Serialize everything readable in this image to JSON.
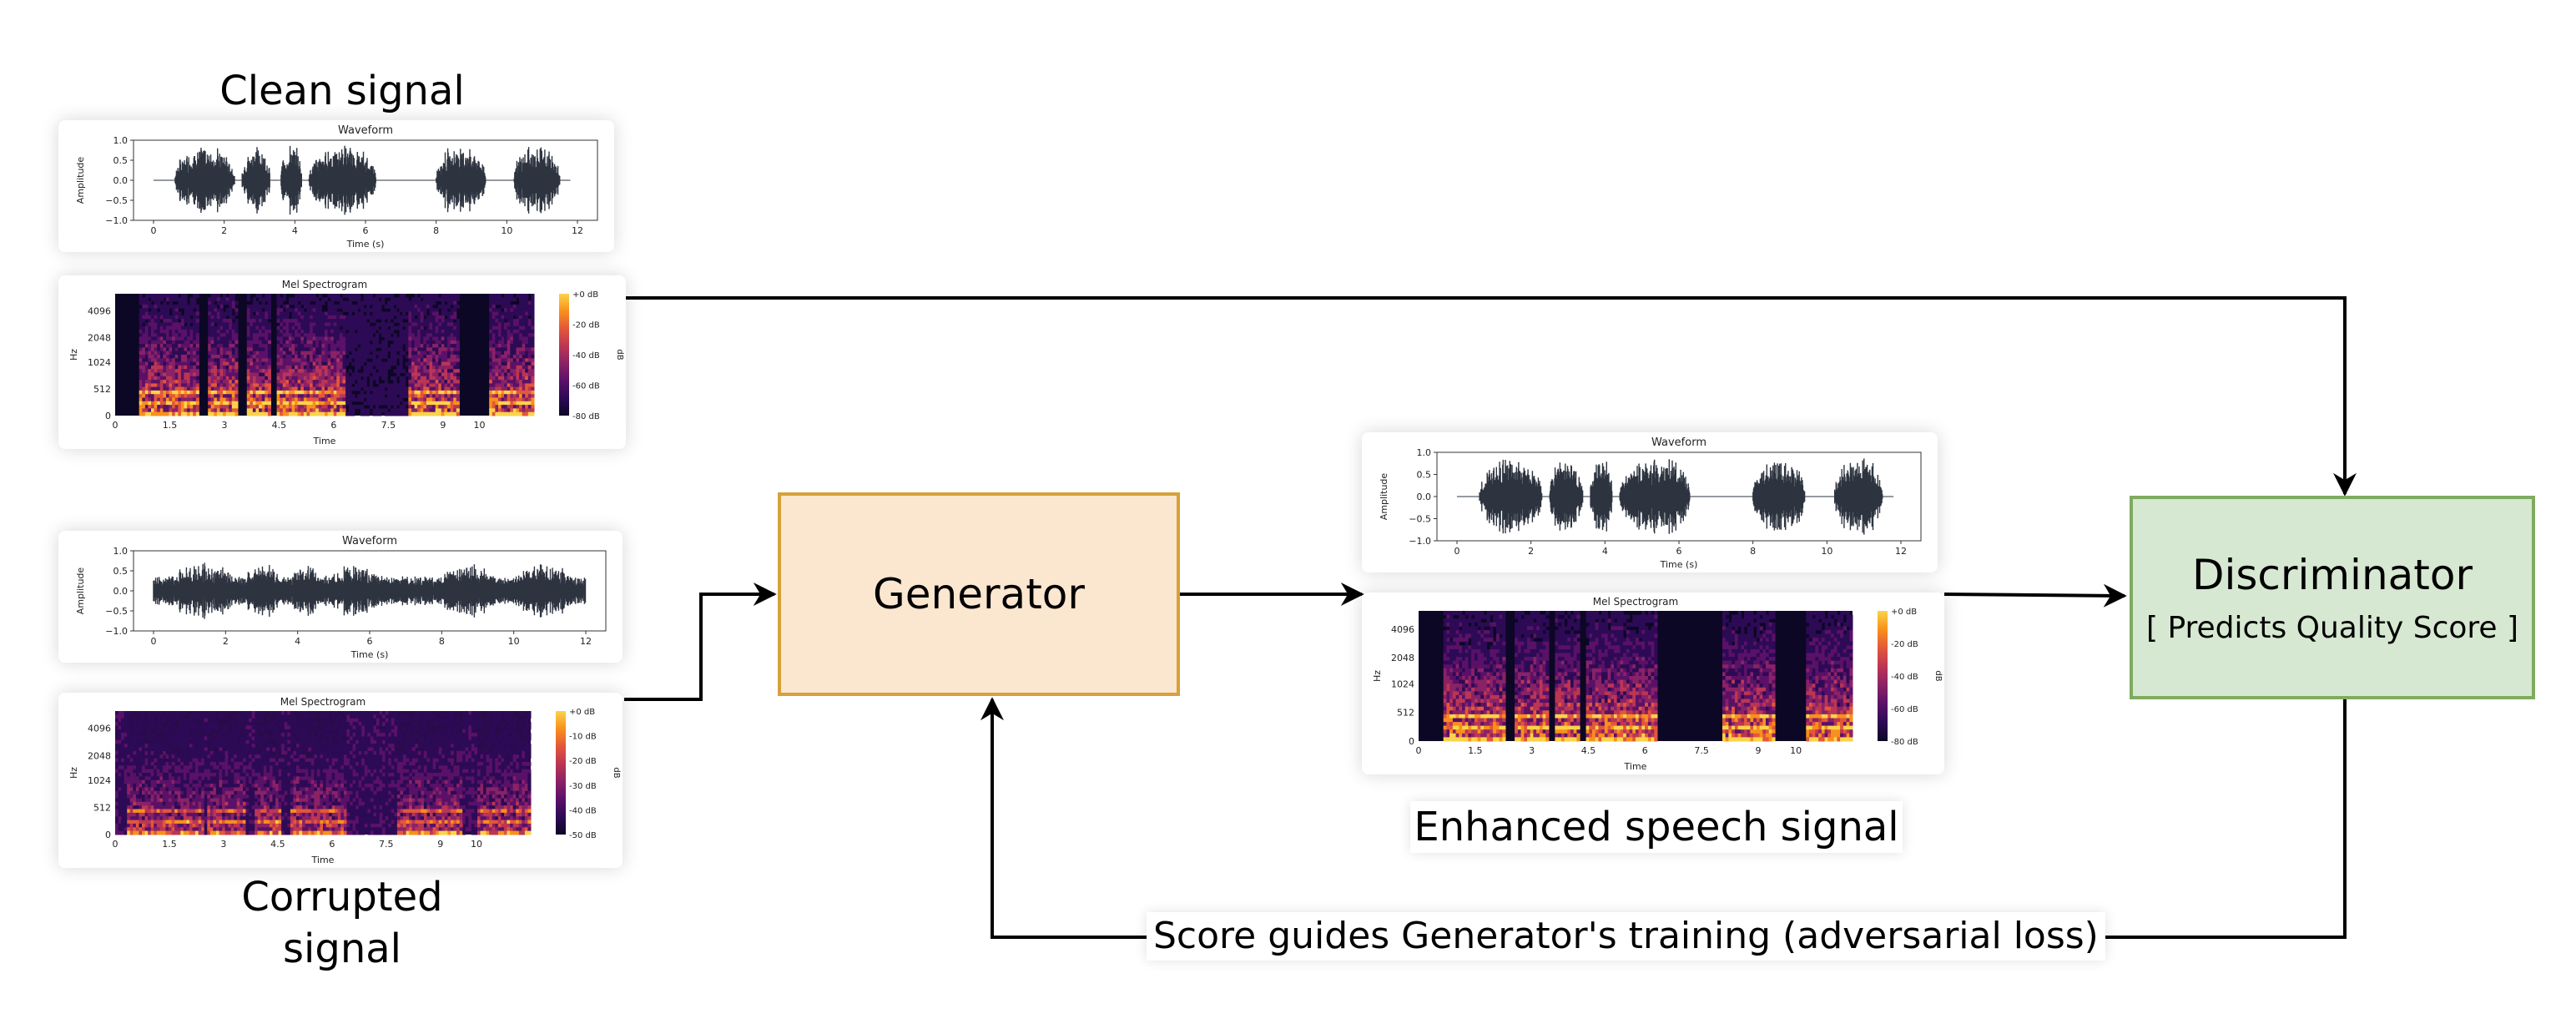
{
  "labels": {
    "clean": "Clean signal",
    "corrupted_line1": "Corrupted",
    "corrupted_line2": "signal",
    "enhanced": "Enhanced speech signal",
    "feedback": "Score guides Generator's training (adversarial loss)"
  },
  "generator": {
    "title": "Generator"
  },
  "discriminator": {
    "title": "Discriminator",
    "subtitle": "[ Predicts Quality Score ]"
  },
  "plot_text": {
    "waveform_title": "Waveform",
    "amplitude_label": "Amplitude",
    "time_s_label": "Time (s)",
    "waveform_y_ticks": [
      "1.0",
      "0.5",
      "0.0",
      "−0.5",
      "−1.0"
    ],
    "waveform_x_ticks": [
      "0",
      "2",
      "4",
      "6",
      "8",
      "10",
      "12"
    ],
    "spec_title": "Mel Spectrogram",
    "hz_label": "Hz",
    "time_label": "Time",
    "db_label": "dB",
    "spec_y_ticks": [
      "4096",
      "2048",
      "1024",
      "512",
      "0"
    ],
    "spec_x_ticks": [
      "0",
      "1.5",
      "3",
      "4.5",
      "6",
      "7.5",
      "9",
      "10"
    ],
    "cb_ticks_80": [
      "+0 dB",
      "-20 dB",
      "-40 dB",
      "-60 dB",
      "-80 dB"
    ],
    "cb_ticks_50": [
      "+0 dB",
      "-10 dB",
      "-20 dB",
      "-30 dB",
      "-40 dB",
      "-50 dB"
    ]
  },
  "colors": {
    "generator_fill": "#fbe6cf",
    "generator_border": "#d6a13a",
    "discriminator_fill": "#d6e8d1",
    "discriminator_border": "#7eab5f",
    "waveform": "#2d3440",
    "arrow": "#000000"
  }
}
